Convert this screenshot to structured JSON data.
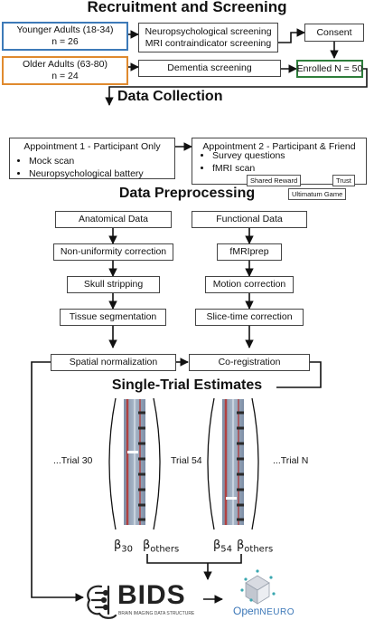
{
  "headings": {
    "recruitment": "Recruitment and Screening",
    "collection": "Data Collection",
    "preprocessing": "Data Preprocessing",
    "single_trial": "Single-Trial Estimates"
  },
  "recruitment": {
    "younger_line1": "Younger Adults (18-34)",
    "younger_line2": "n = 26",
    "older_line1": "Older Adults (63-80)",
    "older_line2": "n = 24",
    "neuro_line1": "Neuropsychological screening",
    "neuro_line2": "MRI contraindicator screening",
    "dementia": "Dementia screening",
    "consent": "Consent",
    "enrolled": "Enrolled N = 50"
  },
  "collection": {
    "appt1_title": "Appointment 1 - Participant Only",
    "appt1_items": [
      "Mock scan",
      "Neuropsychological battery"
    ],
    "appt2_title": "Appointment 2 - Participant & Friend",
    "appt2_items": [
      "Survey questions",
      "fMRI scan"
    ],
    "tasks": [
      "Shared Reward",
      "Trust",
      "Ultimatum Game"
    ]
  },
  "preprocessing": {
    "anatomical": [
      "Anatomical Data",
      "Non-uniformity correction",
      "Skull stripping",
      "Tissue segmentation",
      "Spatial normalization"
    ],
    "functional": [
      "Functional Data",
      "fMRIprep",
      "Motion correction",
      "Slice-time correction",
      "Co-registration"
    ]
  },
  "single_trial": {
    "trial_left": "...Trial 30",
    "trial_mid": "Trial 54",
    "trial_right": "...Trial N",
    "beta": "β",
    "beta1_sub": "30",
    "beta2_sub": "others",
    "beta3_sub": "54",
    "beta4_sub": "others"
  },
  "logos": {
    "bids": "BIDS",
    "bids_sub": "BRAIN IMAGING DATA STRUCTURE",
    "open": "Open",
    "neuro": "NEURO"
  },
  "colors": {
    "younger": "#3d7ab8",
    "older": "#e08a2e",
    "enrolled": "#2e7d3b",
    "timeseries_bg": "#8e9fb4",
    "timeseries_stripe": "#b04040",
    "openneuro": "#3d78b8"
  }
}
